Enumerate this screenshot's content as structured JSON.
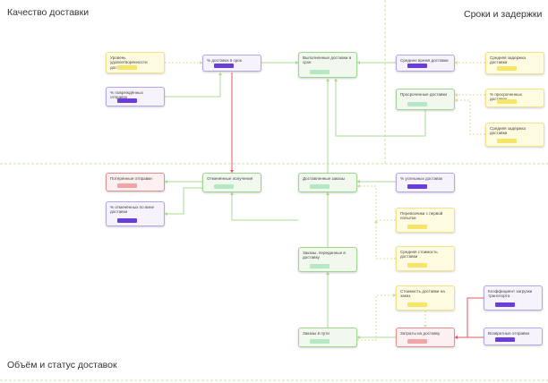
{
  "zones": {
    "quality": "Качество доставки",
    "timing": "Сроки и задержки",
    "volume": "Объём и статус доставок"
  },
  "colors": {
    "zone_border": "#c9e6a6",
    "edge_green": "#a8dc94",
    "edge_yellow": "#d9dd9a",
    "edge_red": "#e25b5b"
  },
  "nodes": {
    "urovenudovl": {
      "label": "Уровень удовлетворённости доставкой",
      "color": "yellow"
    },
    "dolyadostavok": {
      "label": "% доставок в срок",
      "color": "purple"
    },
    "vypolnennye": {
      "label": "Выполненные доставки в срок",
      "color": "green"
    },
    "srednevremya": {
      "label": "Среднее время доставки",
      "color": "purple"
    },
    "srednzaderzhka": {
      "label": "Средняя задержка доставки",
      "color": "yellow"
    },
    "povrezhdennye": {
      "label": "% повреждённых отправок",
      "color": "purple"
    },
    "prosrochennye": {
      "label": "Просроченные доставки",
      "color": "green"
    },
    "dolyaprosroch": {
      "label": "% просроченных доставок",
      "color": "yellow"
    },
    "prichinyzaderzh": {
      "label": "Средняя задержка доставки",
      "color": "yellow"
    },
    "poteryanye": {
      "label": "Потерянные отправки",
      "color": "red"
    },
    "otmenennye": {
      "label": "Отменённые получения",
      "color": "green"
    },
    "dostavlennye": {
      "label": "Доставленные заказы",
      "color": "green"
    },
    "dolyauspeshnyh": {
      "label": "% успешных доставок",
      "color": "purple"
    },
    "dolyaotmen": {
      "label": "% отменённых по вине доставки",
      "color": "purple"
    },
    "perevozchiki": {
      "label": "Перевозчики с первой попытки",
      "color": "yellow"
    },
    "stoimostdost": {
      "label": "Средняя стоимость доставки",
      "color": "yellow"
    },
    "zakazyvputi": {
      "label": "Заказы, переданные в доставку",
      "color": "green"
    },
    "stoimostpered": {
      "label": "Стоимость доставки на заказ",
      "color": "yellow"
    },
    "koefficient": {
      "label": "Коэффициент загрузки транспорта",
      "color": "purple"
    },
    "vsegozakazov": {
      "label": "Заказы в пути",
      "color": "green"
    },
    "zatratynadost": {
      "label": "Затраты на доставку",
      "color": "red"
    },
    "vozvratnye": {
      "label": "Возвратные отправки",
      "color": "purple"
    }
  }
}
